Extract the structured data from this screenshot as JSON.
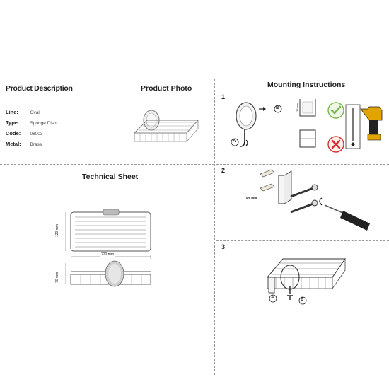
{
  "product_description": {
    "heading": "Product Description",
    "fields": [
      {
        "label": "Line:",
        "value": "Oval"
      },
      {
        "label": "Type:",
        "value": "Sponge Dish"
      },
      {
        "label": "Code:",
        "value": "08003"
      },
      {
        "label": "Metal:",
        "value": "Brass"
      }
    ]
  },
  "product_photo": {
    "heading": "Product Photo"
  },
  "technical_sheet": {
    "heading": "Technical Sheet",
    "dim_height_top": "120 mm",
    "dim_width": "220 mm",
    "dim_height_side": "70 mm"
  },
  "mounting": {
    "heading": "Mounting Instructions",
    "steps": [
      {
        "number": "1",
        "label_a": "A",
        "label_b": "B",
        "dim": "36 mm"
      },
      {
        "number": "2",
        "dim": "Ø6 mm"
      },
      {
        "number": "3",
        "label_a": "A",
        "label_b": "B"
      }
    ]
  },
  "colors": {
    "check": "#7ab648",
    "cross": "#d0312d",
    "drill": "#e2a400"
  }
}
